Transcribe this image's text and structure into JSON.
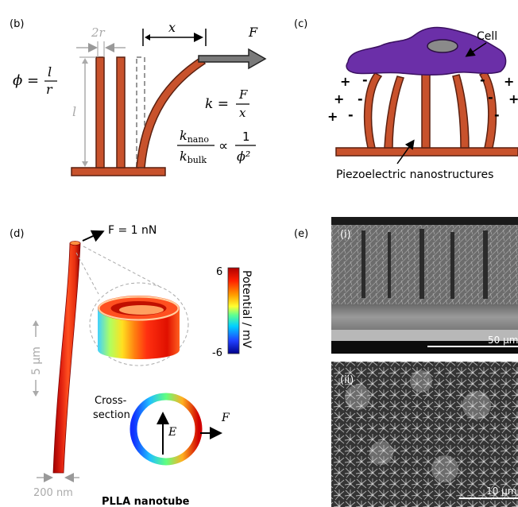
{
  "panel_b": {
    "label": "(b)",
    "dim_2r": "2r",
    "dim_x": "x",
    "force": "F",
    "length": "l",
    "aspect_lhs": "ϕ =",
    "aspect_num": "l",
    "aspect_den": "r",
    "k_lhs": "k =",
    "k_num": "F",
    "k_den": "x",
    "ratio_num": "k",
    "ratio_num_sub": "nano",
    "ratio_den": "k",
    "ratio_den_sub": "bulk",
    "ratio_prop": "∝",
    "ratio_rhs_num": "1",
    "ratio_rhs_den": "ϕ²"
  },
  "panel_c": {
    "label": "(c)",
    "cell_label": "Cell",
    "caption": "Piezoelectric nanostructures",
    "charges_left": [
      "+",
      "-",
      "+",
      "-",
      "+",
      "-"
    ],
    "charges_right": [
      "-",
      "+",
      "-",
      "+",
      "-"
    ]
  },
  "panel_d": {
    "label": "(d)",
    "force_label": "F = 1 nN",
    "scale_length": "5 μm",
    "scale_width": "200 nm",
    "cross_section_label_1": "Cross-",
    "cross_section_label_2": "section",
    "field_label": "E",
    "force_cs": "F",
    "title": "PLLA nanotube",
    "colorbar_max": "6",
    "colorbar_min": "-6",
    "colorbar_label": "Potential / mV"
  },
  "panel_e": {
    "label": "(e)",
    "sub_i": "(i)",
    "sub_ii": "(ii)",
    "scale_i": "50 μm",
    "scale_ii": "10 μm"
  }
}
